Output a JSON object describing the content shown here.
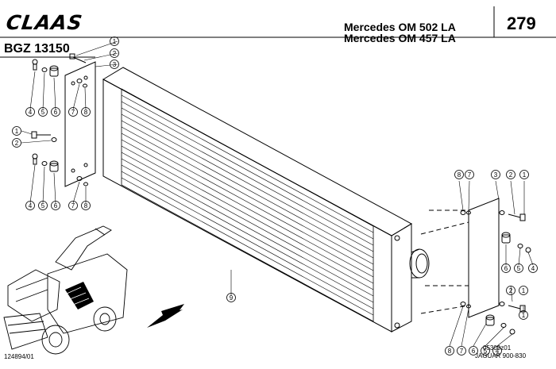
{
  "header": {
    "brand": "CLAAS",
    "group_code": "BGZ 13150",
    "model_line1": "Mercedes OM 502 LA",
    "model_line2": "Mercedes OM 457 LA",
    "page_number": "279"
  },
  "footer": {
    "drawing_number": "124894/01",
    "figure_code": "05309z01",
    "machine_range": "JAGUAR 900-830"
  },
  "callouts": {
    "c1": "1",
    "c2": "2",
    "c3": "3",
    "c4": "4",
    "c5": "5",
    "c6": "6",
    "c7": "7",
    "c8": "8",
    "c9": "9"
  },
  "colors": {
    "line": "#000000",
    "background": "#ffffff"
  }
}
